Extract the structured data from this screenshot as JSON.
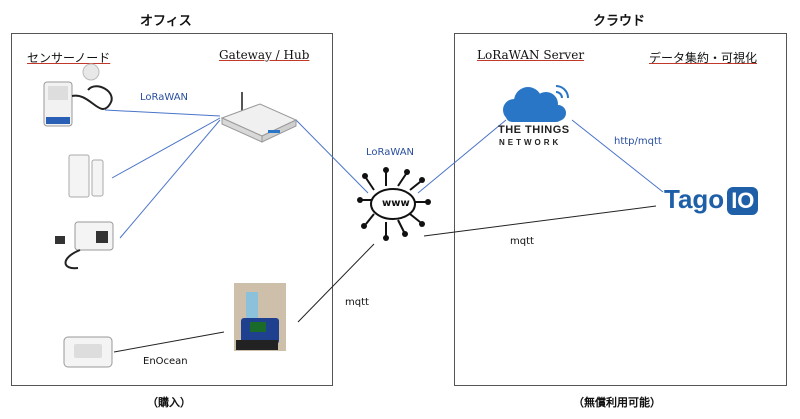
{
  "office": {
    "title": "オフィス",
    "sensor_nodes_label": "センサーノード",
    "gateway_label": "Gateway / Hub",
    "footnote": "（購入）"
  },
  "cloud": {
    "title": "クラウド",
    "lorawan_server_label": "LoRaWAN Server",
    "data_label": "データ集約・可視化",
    "footnote": "（無償利用可能）"
  },
  "connections": {
    "lorawan_sensor": "LoRaWAN",
    "lorawan_internet": "LoRaWAN",
    "http_mqtt": "http/mqtt",
    "mqtt_tago": "mqtt",
    "mqtt_pi": "mqtt",
    "enocean": "EnOcean"
  },
  "logos": {
    "ttn_line1": "THE THINGS",
    "ttn_line2": "NETWORK",
    "tago_text": "Tago",
    "tago_box": "IO",
    "www": "www"
  },
  "colors": {
    "line_blue": "#4a74c9",
    "line_dark": "#222222",
    "ttn_blue": "#2a76c6",
    "tago_blue": "#1e5fa8"
  }
}
